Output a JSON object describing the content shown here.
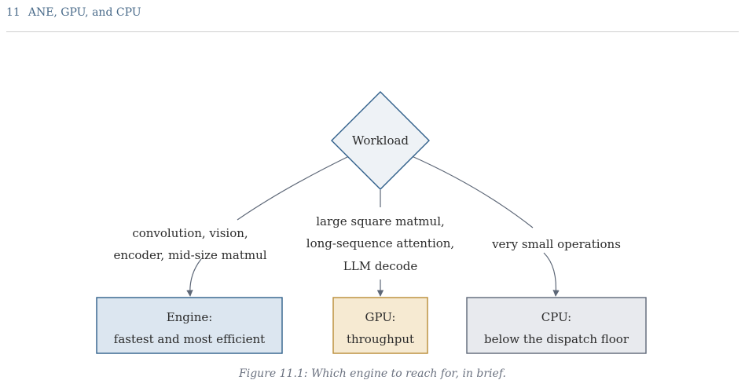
{
  "header": {
    "chapter_number": "11",
    "chapter_title": "ANE, GPU, and CPU"
  },
  "diagram": {
    "decision": "Workload",
    "branches": {
      "engine": {
        "condition": [
          "convolution, vision,",
          "encoder, mid-size matmul"
        ],
        "target": [
          "Engine:",
          "fastest and most efficient"
        ]
      },
      "gpu": {
        "condition": [
          "large square matmul,",
          "long-sequence attention,",
          "LLM decode"
        ],
        "target": [
          "GPU:",
          "throughput"
        ]
      },
      "cpu": {
        "condition": [
          "very small operations"
        ],
        "target": [
          "CPU:",
          "below the dispatch floor"
        ]
      }
    }
  },
  "colors": {
    "engine_fill": "#dce6f0",
    "engine_stroke": "#2f5f8a",
    "gpu_fill": "#f6ead2",
    "gpu_stroke": "#b98c36",
    "cpu_fill": "#e8eaee",
    "cpu_stroke": "#5d6777",
    "decision_fill": "#eef2f6",
    "decision_stroke": "#2f5f8a",
    "edge": "#5d6777"
  },
  "caption": "Figure 11.1: Which engine to reach for, in brief."
}
